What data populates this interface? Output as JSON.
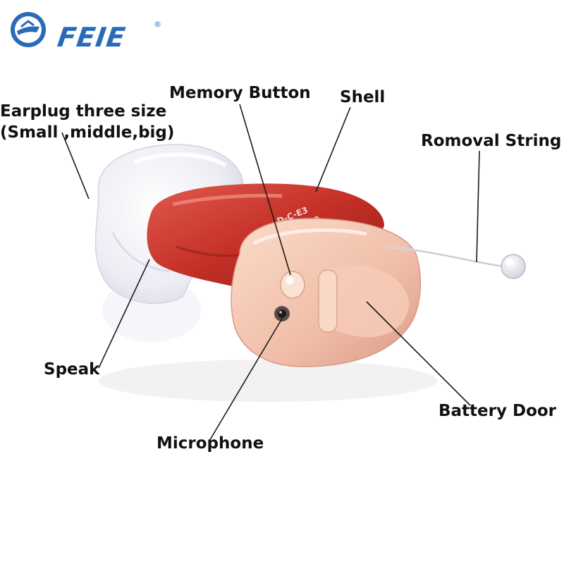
{
  "brand": {
    "name": "FEIE",
    "registered_mark": "®",
    "color": "#2a6bb8"
  },
  "labels": {
    "earplug_line1": "Earplug three size",
    "earplug_line2": "(Small ,middle,big)",
    "memory_button": "Memory Button",
    "shell": "Shell",
    "removal_string": "Romoval String",
    "speak": "Speak",
    "battery_door": "Battery Door",
    "microphone": "Microphone"
  },
  "device": {
    "imprint_line1": "D-C-E3",
    "imprint_line2": "3A60039",
    "shell_color": "#c8352c",
    "faceplate_color": "#f2c2ad",
    "earplug_color": "#eeeef6"
  }
}
